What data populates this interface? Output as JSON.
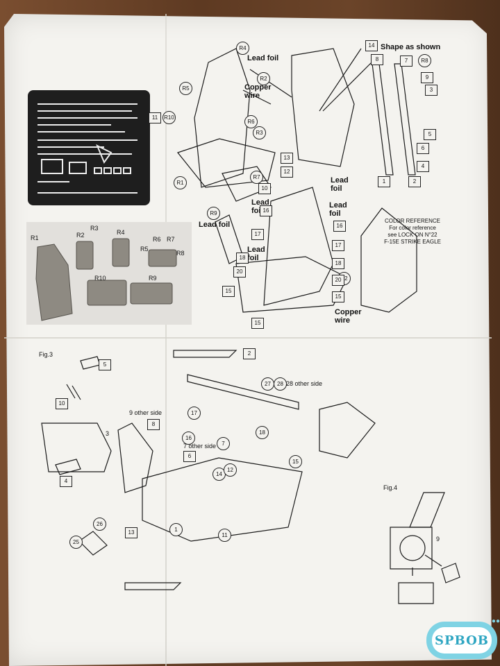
{
  "top_section": {
    "leader_labels": {
      "lead_foil_a": "Lead foil",
      "copper_wire_a": "Copper\nwire",
      "shape_as_shown": "Shape as shown",
      "lead_foil_b": "Lead\nfoil",
      "lead_foil_c": "Lead\nfoil",
      "lead_foil_d": "Lead foil",
      "lead_foil_e": "Lead\nfoil",
      "lead_foil_f": "Lead\nfoil",
      "copper_wire_b": "Copper\nwire"
    },
    "color_reference": {
      "heading": "COLOR REFERENCE",
      "line1": "For color reference",
      "line2": "see LOCK ON N°22",
      "line3": "F-15E STRIKE EAGLE"
    },
    "resin_parts": {
      "r1": "R1",
      "r2": "R2",
      "r3": "R3",
      "r4": "R4",
      "r5": "R5",
      "r6": "R6",
      "r7": "R7",
      "r8": "R8",
      "r9": "R9",
      "r10": "R10"
    },
    "callouts": [
      "R4",
      "R5",
      "R10",
      "R2",
      "R6",
      "R3",
      "R1",
      "R7",
      "R9",
      "R8",
      "R2"
    ],
    "squares": [
      "14",
      "8",
      "7",
      "9",
      "3",
      "5",
      "6",
      "4",
      "1",
      "2",
      "11",
      "13",
      "12",
      "10",
      "15",
      "15",
      "20",
      "18",
      "17",
      "16",
      "17",
      "18",
      "20",
      "15",
      "16"
    ]
  },
  "bottom_section": {
    "fig3_title": "Fig.3",
    "fig4_title": "Fig.4",
    "notes": {
      "other_side_9": "9 other side",
      "other_side_28": "28 other side",
      "other_side_7": "7 other side"
    },
    "numbers": {
      "n2": "2",
      "n5": "5",
      "n27": "27",
      "n28": "28",
      "n10": "10",
      "n3": "3",
      "n4": "4",
      "n8": "8",
      "n17": "17",
      "n16": "16",
      "n7": "7",
      "n6": "6",
      "n1": "1",
      "n14": "14",
      "n12": "12",
      "n11": "11",
      "n13": "13",
      "n26": "26",
      "n25": "25",
      "n18": "18",
      "n15": "15",
      "n9": "9"
    }
  },
  "watermark": {
    "text": "SPBOB"
  }
}
